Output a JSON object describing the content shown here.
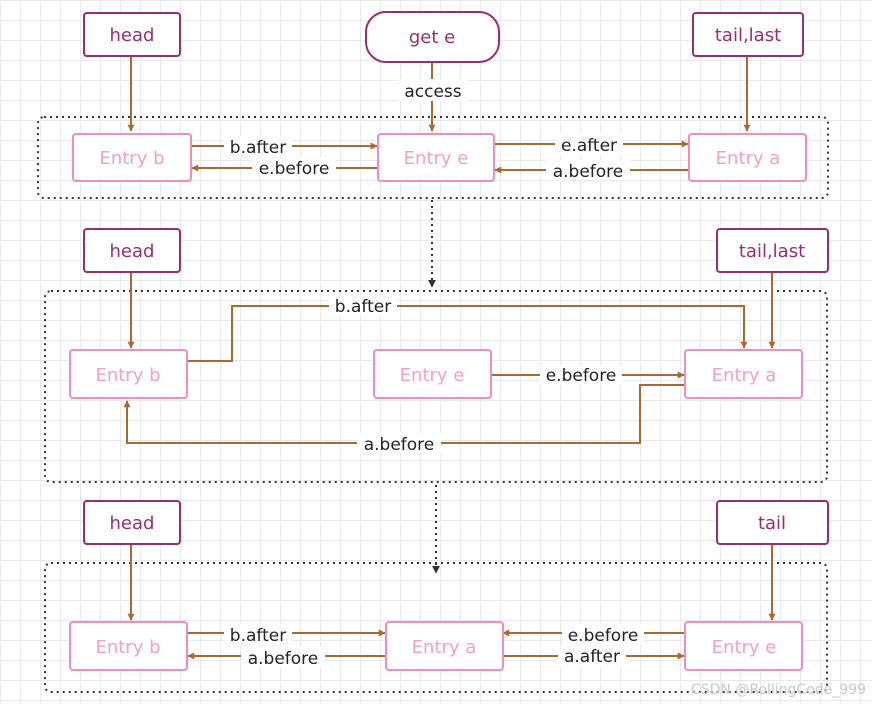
{
  "pointers": {
    "head": "head",
    "tail_last": "tail,last",
    "tail": "tail",
    "get_e": "get e"
  },
  "entries": {
    "b": "Entry b",
    "e": "Entry e",
    "a": "Entry a"
  },
  "labels": {
    "access": "access",
    "b_after": "b.after",
    "e_before": "e.before",
    "e_after": "e.after",
    "a_before": "a.before",
    "a_after": "a.after"
  },
  "watermark": "CSDN @RollingCode_999",
  "colors": {
    "pointer_border": "#9b2d6e",
    "entry_border": "#f08cbf",
    "entry_text": "#f3a0c2",
    "arrow": "#a86a33"
  }
}
